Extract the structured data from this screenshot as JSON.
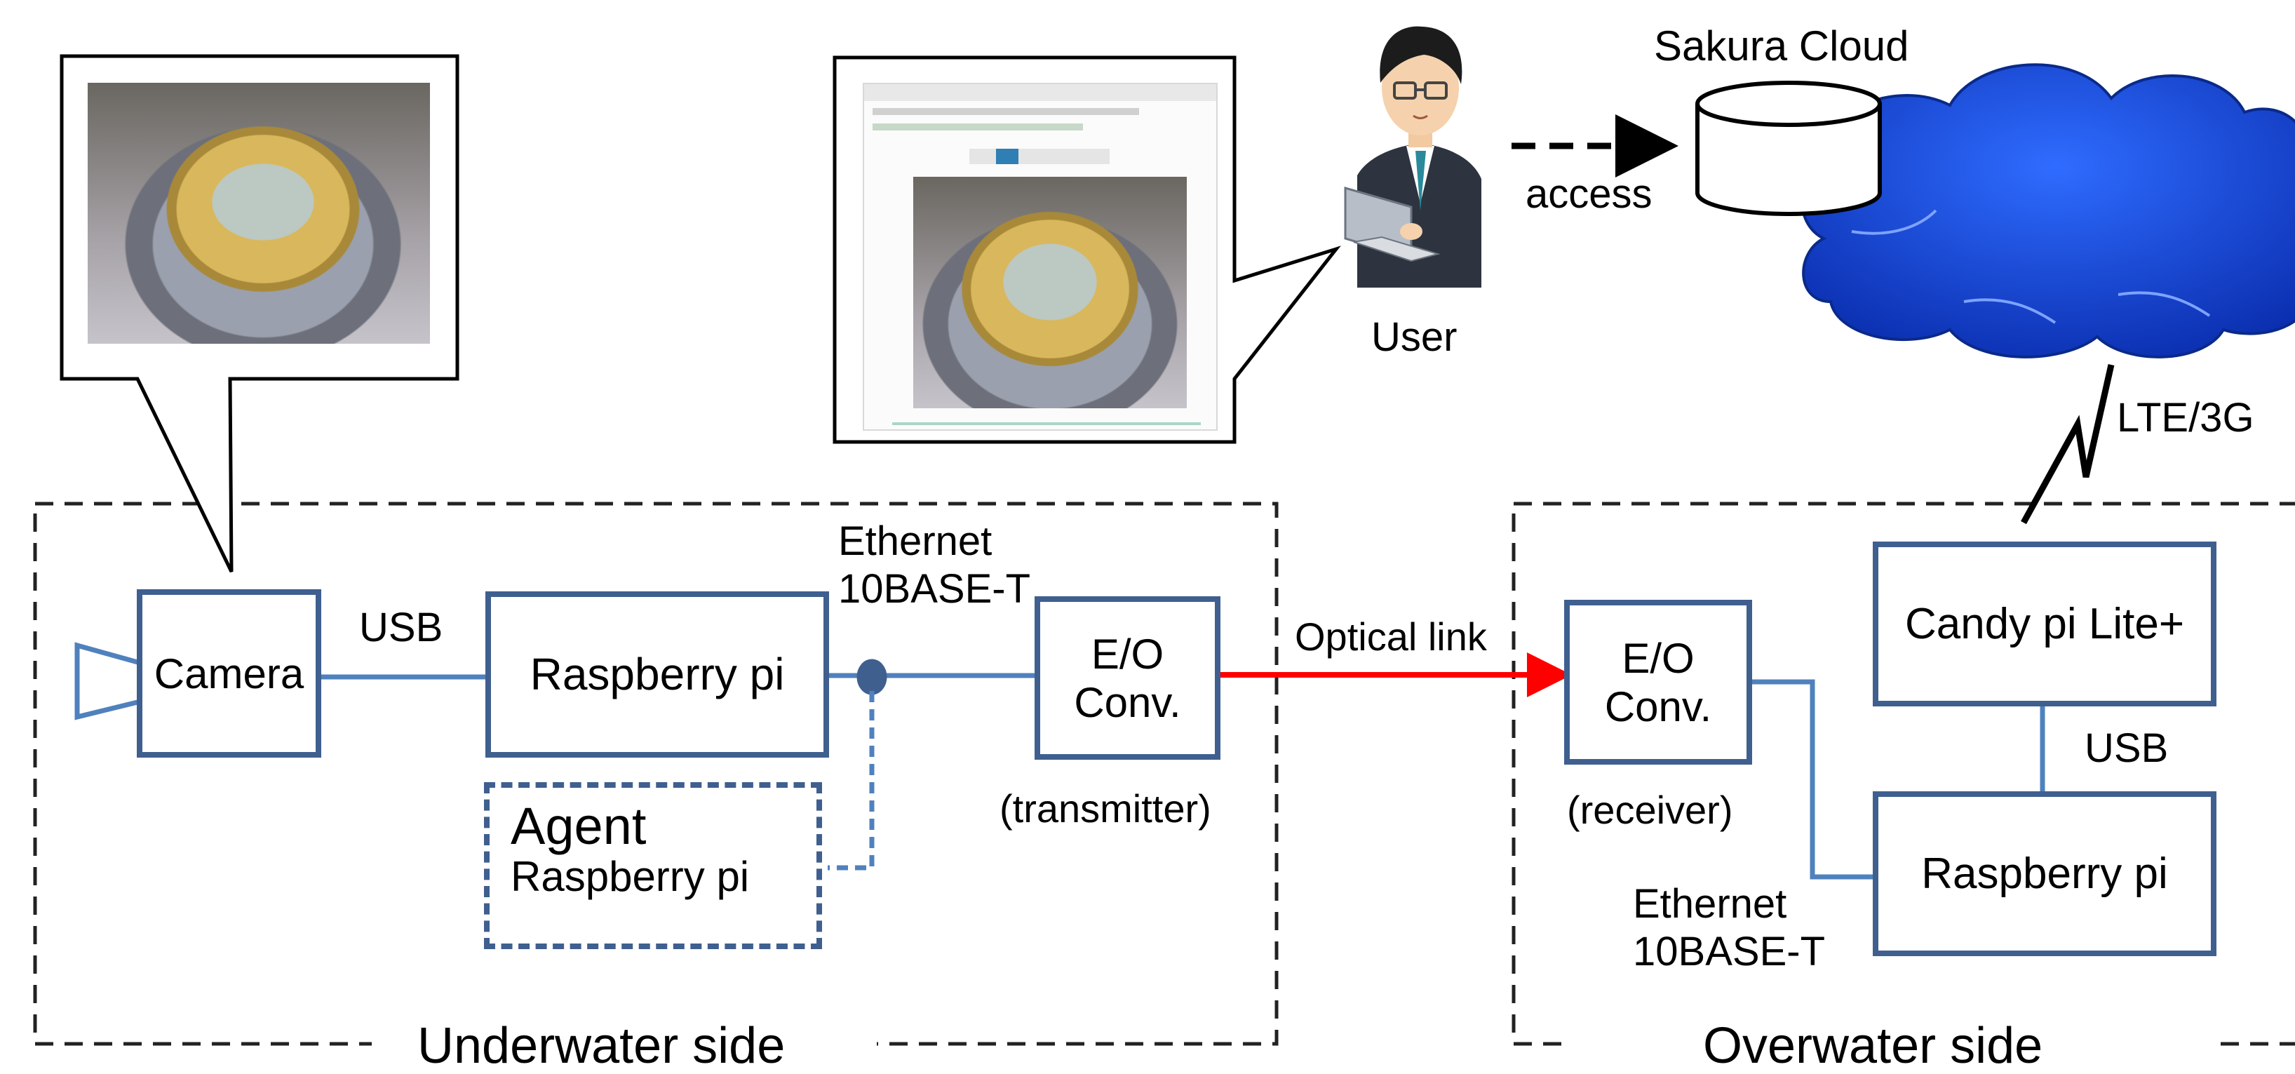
{
  "title_partial": "",
  "cloud": {
    "label": "Sakura Cloud"
  },
  "user": {
    "label": "User",
    "access_label": "access"
  },
  "wireless": {
    "label": "LTE/3G"
  },
  "underwater": {
    "zone_label": "Underwater side",
    "camera": "Camera",
    "usb": "USB",
    "raspberry": "Raspberry pi",
    "ethernet_line1": "Ethernet",
    "ethernet_line2": "10BASE-T",
    "eo_line1": "E/O",
    "eo_line2": "Conv.",
    "eo_note": "(transmitter)",
    "agent_line1": "Agent",
    "agent_line2": "Raspberry pi"
  },
  "link": {
    "label": "Optical link"
  },
  "overwater": {
    "zone_label": "Overwater side",
    "eo_line1": "E/O",
    "eo_line2": "Conv.",
    "eo_note": "(receiver)",
    "candy": "Candy pi Lite+",
    "usb": "USB",
    "raspberry": "Raspberry pi",
    "ethernet_line1": "Ethernet",
    "ethernet_line2": "10BASE-T"
  },
  "colors": {
    "box_border": "#3f5f8f",
    "wire": "#4f81bd",
    "optical": "#ff0000",
    "cloud_fill": "#1c4fd6"
  }
}
